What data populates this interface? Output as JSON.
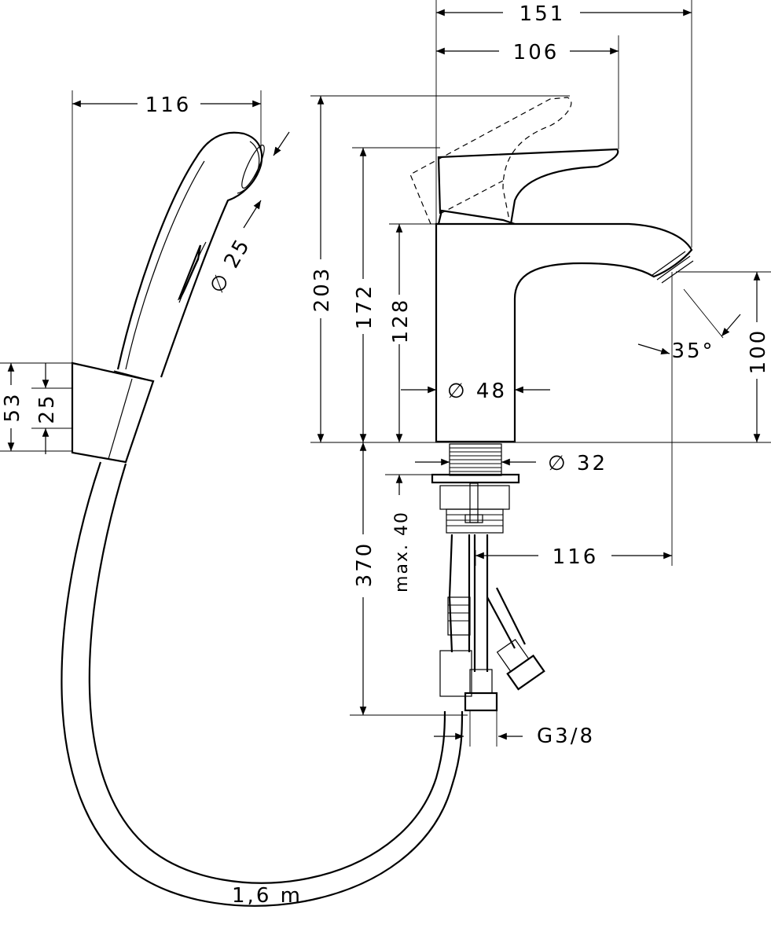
{
  "drawing": {
    "dims": {
      "hand_width": "116",
      "nozzle_dia": "∅ 25",
      "holder_height": "53",
      "holder_inner": "25",
      "overall_width": "151",
      "spout_reach": "106",
      "height_total": "203",
      "height_body": "172",
      "height_spout": "128",
      "body_dia": "∅ 48",
      "spout_clearance": "100",
      "spray_angle": "35°",
      "shank_dia": "∅ 32",
      "max_thickness": "max. 40",
      "hose_length_under": "370",
      "offset": "116",
      "connection": "G3/8",
      "hose_length": "1,6 m"
    }
  }
}
